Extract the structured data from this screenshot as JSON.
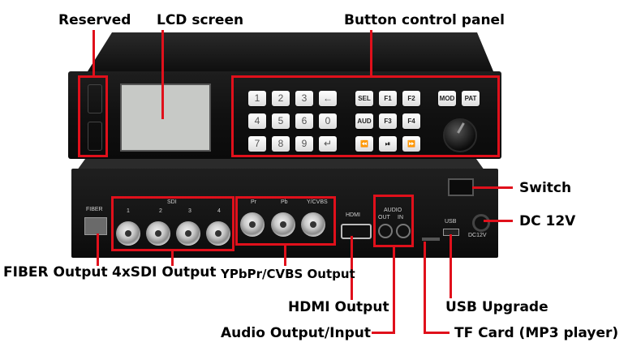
{
  "annotations": {
    "reserved": "Reserved",
    "lcd_screen": "LCD screen",
    "button_panel": "Button control panel",
    "switch": "Switch",
    "dc12v": "DC 12V",
    "fiber_output": "FIBER Output",
    "sdi_output": "4xSDI Output",
    "ypbpr_output": "YPbPr/CVBS Output",
    "hdmi_output": "HDMI Output",
    "usb_upgrade": "USB Upgrade",
    "audio_io": "Audio Output/Input",
    "tf_card": "TF Card (MP3 player)"
  },
  "keypad": {
    "numbers": [
      "1",
      "2",
      "3",
      "←",
      "4",
      "5",
      "6",
      "0",
      "7",
      "8",
      "9",
      "↵"
    ],
    "func_keys": [
      "SEL",
      "F1",
      "F2",
      "AUD",
      "F3",
      "F4",
      "⏪",
      "⏯",
      "⏩"
    ],
    "mode_keys": [
      "MOD",
      "PAT"
    ]
  },
  "panel_labels": {
    "fiber": "FIBER",
    "sdi": "SDI",
    "sdi_ports": [
      "1",
      "2",
      "3",
      "4"
    ],
    "pr": "Pr",
    "pb": "Pb",
    "ycvbs": "Y/CVBS",
    "hdmi": "HDMI",
    "audio": "AUDIO",
    "out": "OUT",
    "in": "IN",
    "usb": "USB",
    "dc": "DC12V"
  },
  "colors": {
    "annotation_red": "#e0101b"
  }
}
